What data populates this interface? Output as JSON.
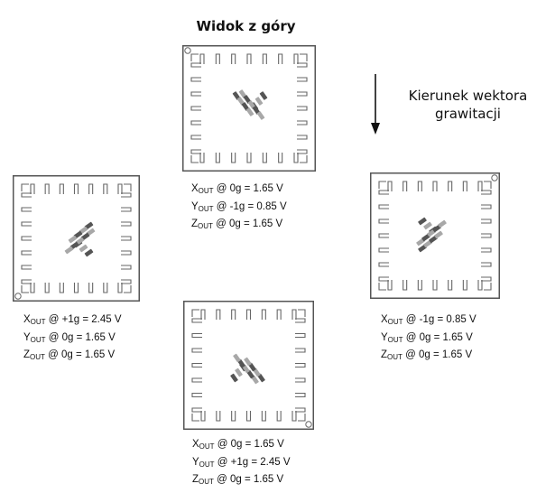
{
  "title": "Widok z góry",
  "gravity_label": {
    "line1": "Kierunek wektora",
    "line2": "grawitacji"
  },
  "orientations": [
    {
      "position": "top",
      "x": {
        "axis": "X",
        "sub": "OUT",
        "text": "@ 0g = 1.65 V"
      },
      "y": {
        "axis": "Y",
        "sub": "OUT",
        "text": "@ -1g = 0.85 V"
      },
      "z": {
        "axis": "Z",
        "sub": "OUT",
        "text": "@ 0g = 1.65 V"
      }
    },
    {
      "position": "left",
      "x": {
        "axis": "X",
        "sub": "OUT",
        "text": "@ +1g = 2.45 V"
      },
      "y": {
        "axis": "Y",
        "sub": "OUT",
        "text": "@ 0g = 1.65 V"
      },
      "z": {
        "axis": "Z",
        "sub": "OUT",
        "text": "@ 0g = 1.65 V"
      }
    },
    {
      "position": "right",
      "x": {
        "axis": "X",
        "sub": "OUT",
        "text": "@ -1g = 0.85 V"
      },
      "y": {
        "axis": "Y",
        "sub": "OUT",
        "text": "@ 0g = 1.65 V"
      },
      "z": {
        "axis": "Z",
        "sub": "OUT",
        "text": "@ 0g = 1.65 V"
      }
    },
    {
      "position": "bottom",
      "x": {
        "axis": "X",
        "sub": "OUT",
        "text": "@ 0g = 1.65 V"
      },
      "y": {
        "axis": "Y",
        "sub": "OUT",
        "text": "@ +1g = 2.45 V"
      },
      "z": {
        "axis": "Z",
        "sub": "OUT",
        "text": "@ 0g = 1.65 V"
      }
    }
  ],
  "colors": {
    "chip_border": "#555555",
    "pad": "#666666",
    "logo_dark": "#555555",
    "logo_light": "#a8a8a8"
  }
}
